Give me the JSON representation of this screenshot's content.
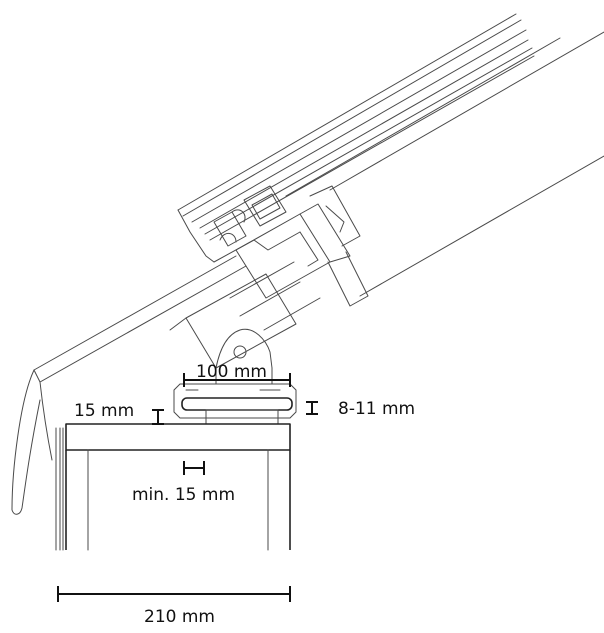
{
  "dimensions": {
    "width_100": "100 mm",
    "gap_8_11": "8-11 mm",
    "thickness_15": "15 mm",
    "min_15": "min. 15 mm",
    "width_210": "210 mm"
  },
  "colors": {
    "line": "#4a4a4a",
    "dark_line": "#222222",
    "dimension": "#111111",
    "background": "#ffffff"
  }
}
